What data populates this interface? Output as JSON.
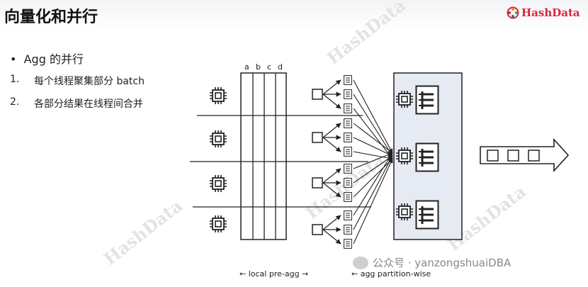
{
  "slide": {
    "title": "向量化和并行",
    "logo_text": "HashData",
    "watermark_text": "HashData",
    "bullet": "Agg 的并行",
    "steps": [
      {
        "num": "1.",
        "text": "每个线程聚集部分 batch"
      },
      {
        "num": "2.",
        "text": "各部分结果在线程间合并"
      }
    ]
  },
  "diagram": {
    "column_labels": [
      "a",
      "b",
      "c",
      "d"
    ],
    "caption_local": "← local pre-agg →",
    "caption_partition": "← agg partition-wise",
    "wechat_text": "公众号 · yanzongshuaiDBA"
  },
  "colors": {
    "logo": "#d7263d",
    "merge_box": "#e6eaf2",
    "stroke": "#222222"
  },
  "icons": [
    "cpu-chip-icon",
    "table-icon",
    "hash-table-icon",
    "arrow-right-icon",
    "wechat-icon"
  ]
}
